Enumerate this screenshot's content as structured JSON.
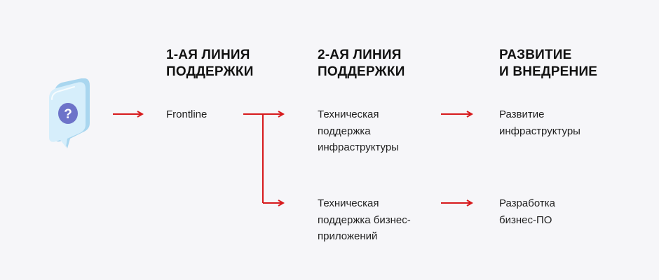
{
  "colors": {
    "background": "#f6f6f9",
    "arrow": "#d7191c",
    "bubble_light": "#d6eefb",
    "bubble_dark": "#a9d6ef",
    "question_circle": "#6d73c9"
  },
  "icon": {
    "name": "question-bubble-icon",
    "glyph": "?"
  },
  "columns": [
    {
      "title_lines": [
        "1-АЯ ЛИНИЯ",
        "ПОДДЕРЖКИ"
      ]
    },
    {
      "title_lines": [
        "2-АЯ ЛИНИЯ",
        "ПОДДЕРЖКИ"
      ]
    },
    {
      "title_lines": [
        "РАЗВИТИЕ",
        "И ВНЕДРЕНИЕ"
      ]
    }
  ],
  "nodes": {
    "frontline": {
      "lines": [
        "Frontline"
      ]
    },
    "tech_infra": {
      "lines": [
        "Техническая",
        "поддержка",
        "инфраструктуры"
      ]
    },
    "tech_business": {
      "lines": [
        "Техническая",
        "поддержка бизнес-",
        "приложений"
      ]
    },
    "dev_infra": {
      "lines": [
        "Развитие",
        "инфраструктуры"
      ]
    },
    "dev_software": {
      "lines": [
        "Разработка",
        "бизнес-ПО"
      ]
    }
  }
}
